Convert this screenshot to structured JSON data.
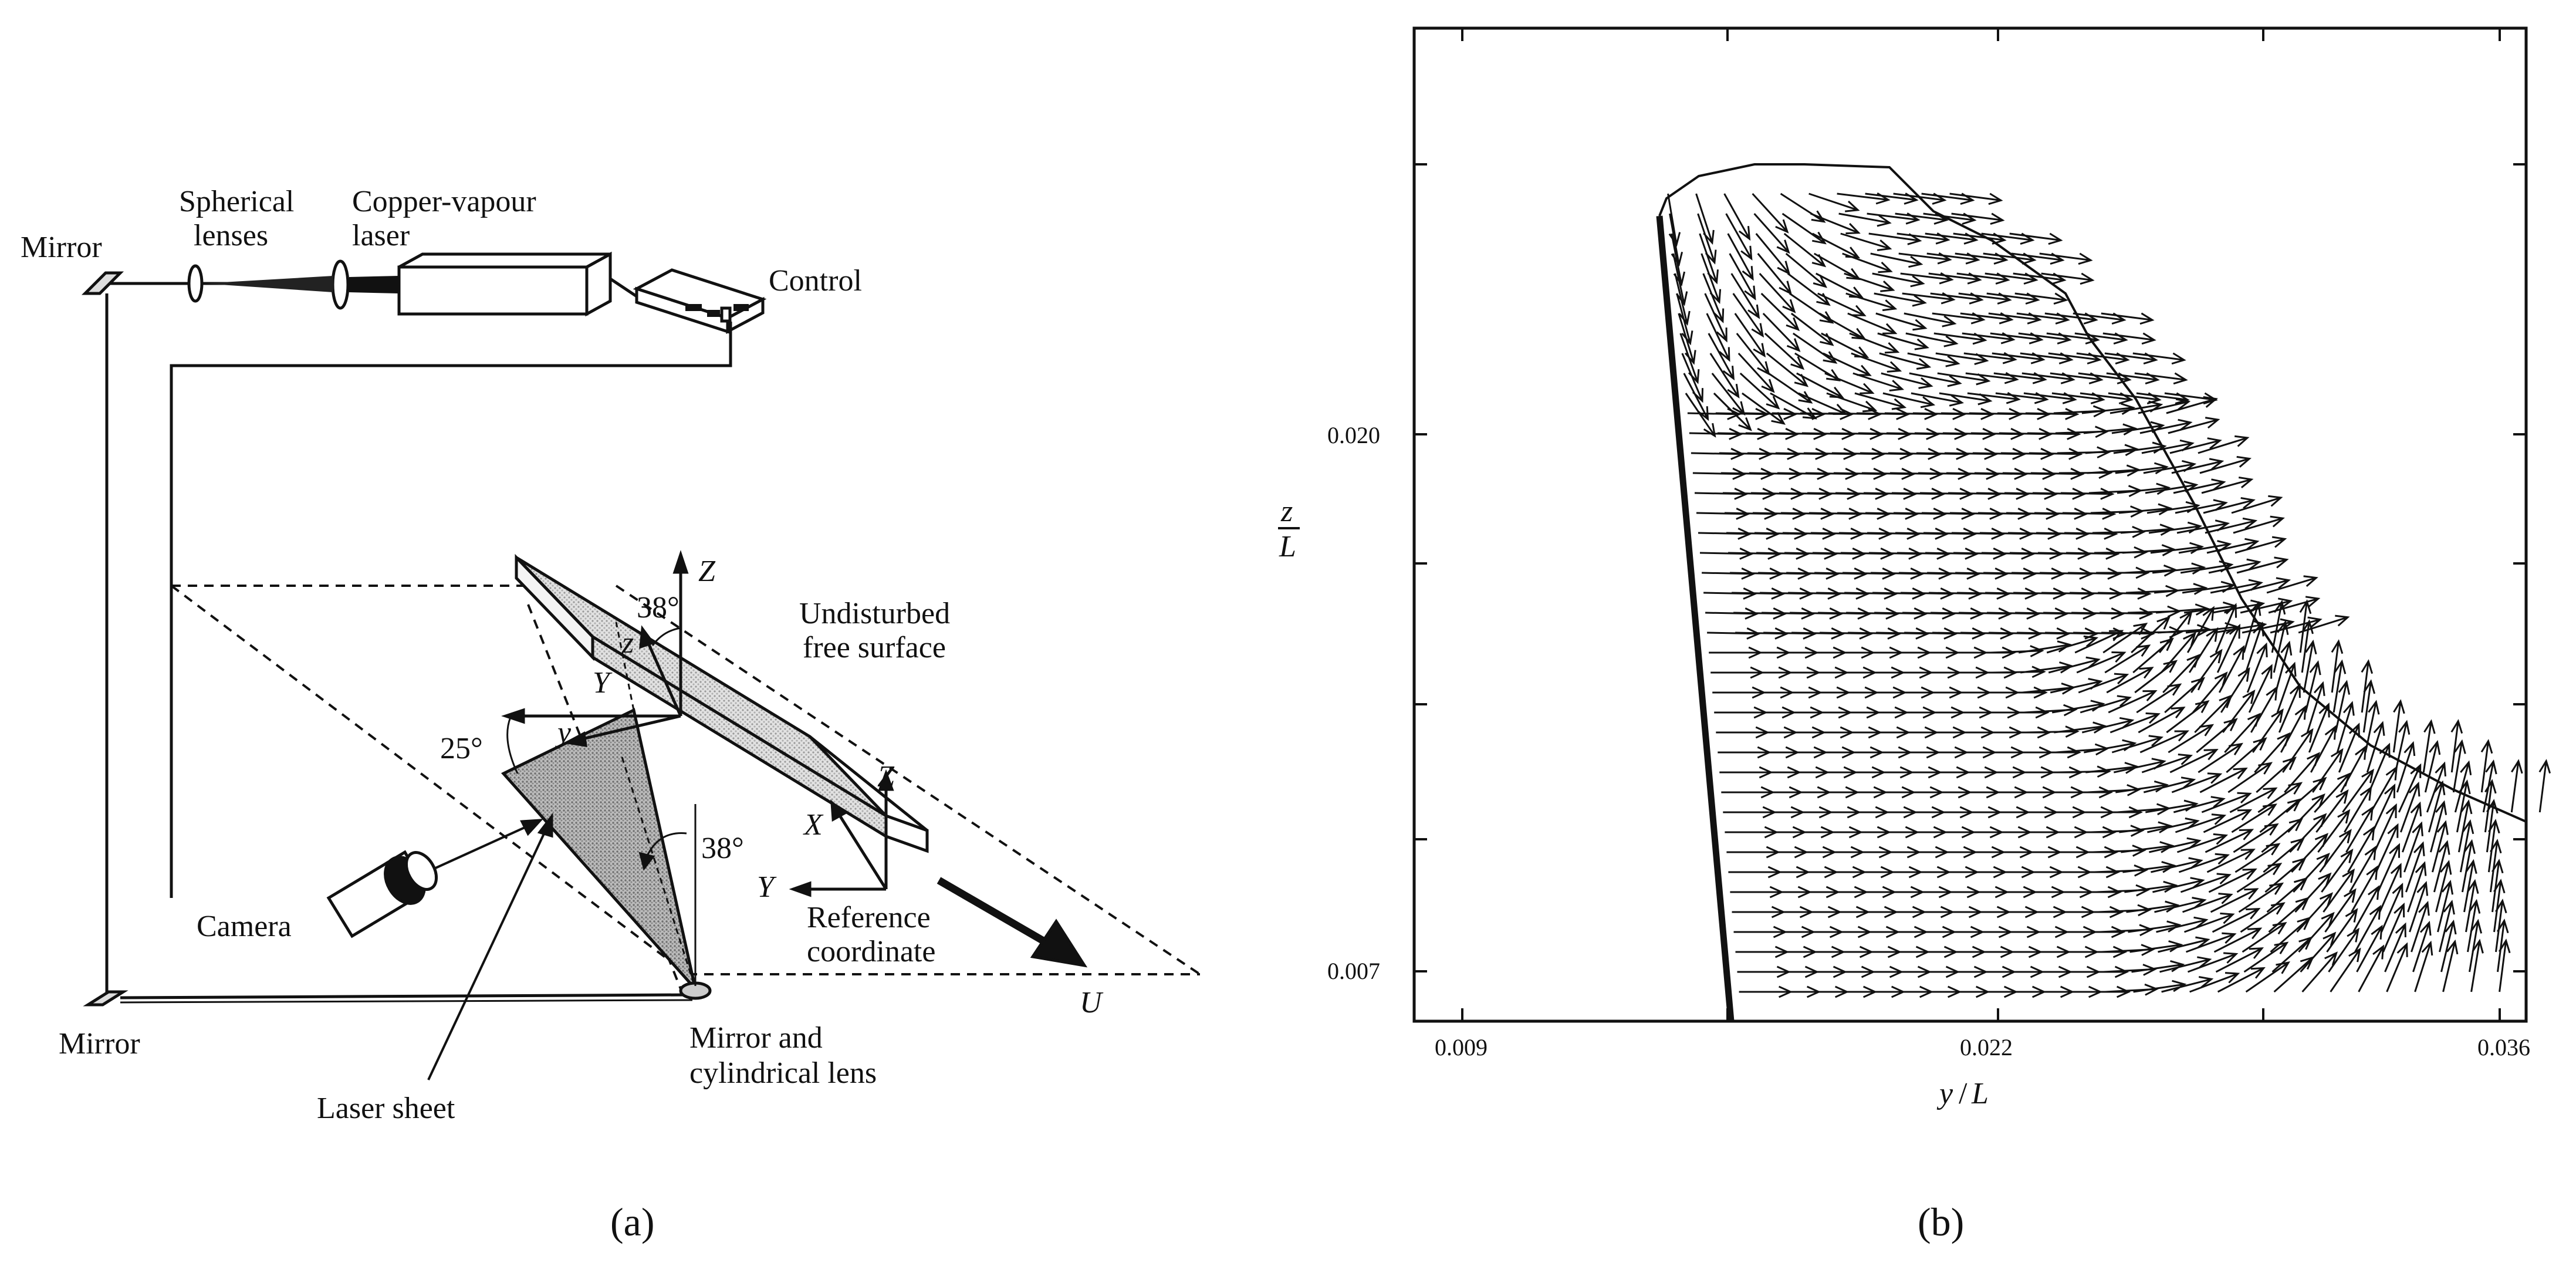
{
  "panel_a": {
    "caption": "(a)",
    "labels": {
      "mirror_top": "Mirror",
      "spherical_1": "Spherical",
      "spherical_2": "lenses",
      "laser_1": "Copper-vapour",
      "laser_2": "laser",
      "control": "Control",
      "undisturbed_1": "Undisturbed",
      "undisturbed_2": "free surface",
      "angle_top": "38°",
      "angle_left": "25°",
      "angle_right": "38°",
      "axis_Z": "Z",
      "axis_z": "z",
      "axis_Y": "Y",
      "axis_y": "y",
      "ref_Z": "Z",
      "ref_X": "X",
      "ref_Y": "Y",
      "ref_1": "Reference",
      "ref_2": "coordinate",
      "camera": "Camera",
      "mirror_bottom": "Mirror",
      "laser_sheet": "Laser sheet",
      "mirror_lens_1": "Mirror and",
      "mirror_lens_2": "cylindrical lens",
      "flow": "U"
    }
  },
  "panel_b": {
    "caption": "(b)",
    "chart_data": {
      "type": "vector-field",
      "x_ticks": [
        "0.009",
        "0.022",
        "0.036"
      ],
      "y_ticks": [
        "0.020",
        "0.007"
      ],
      "xlabel_var": "y",
      "xlabel_den": "L",
      "ylabel_num": "z",
      "ylabel_den": "L",
      "xlim": [
        0.0075,
        0.0365
      ],
      "ylim": [
        0.0057,
        0.0299
      ]
    }
  }
}
